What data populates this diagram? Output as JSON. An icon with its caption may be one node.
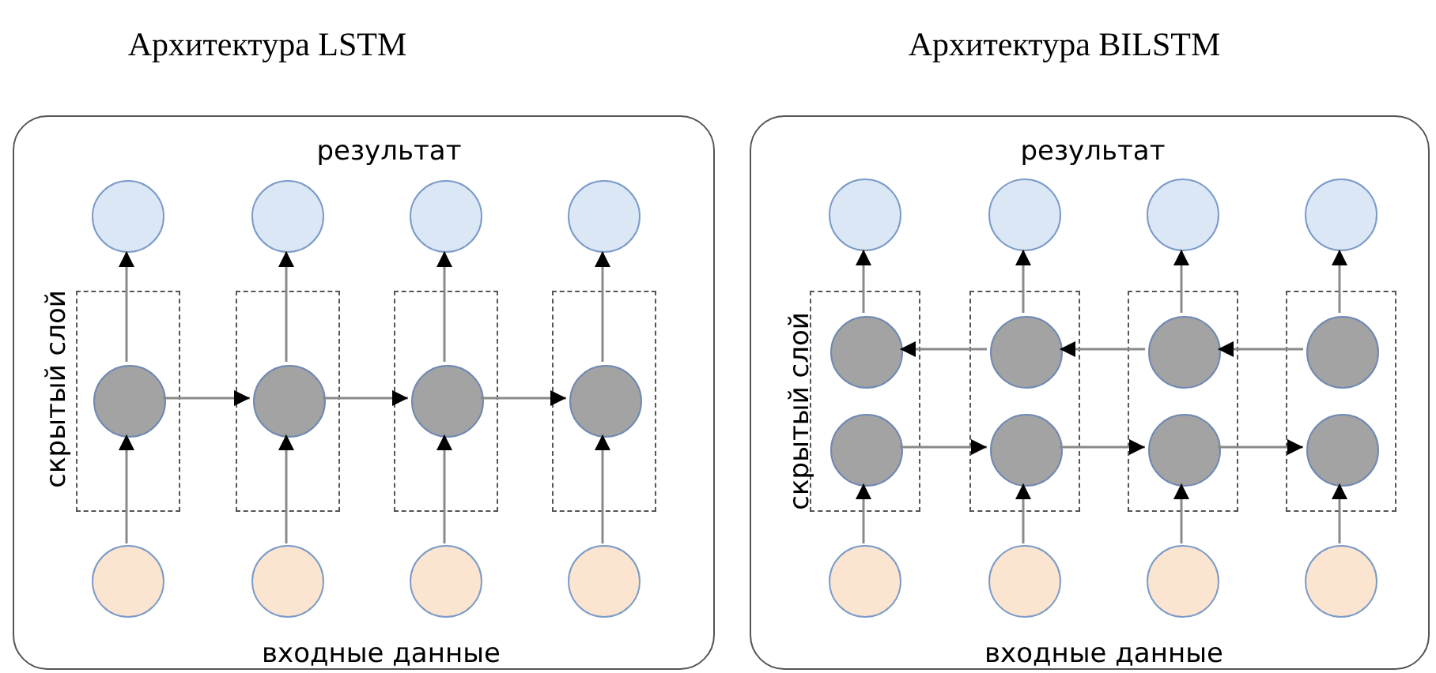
{
  "diagram": {
    "nodes": [
      {
        "text": [
          "Архитектура LSTM",
          "результат",
          "скрытый слой",
          "входные данные"
        ]
      },
      {
        "text": [],
        "shape": "circle",
        "in": 0
      },
      {
        "text": [],
        "shape": "circle",
        "in": 0
      },
      {
        "text": [],
        "shape": "circle",
        "in": 0
      },
      {
        "text": [],
        "shape": "circle",
        "in": 0
      },
      {
        "text": [],
        "shape": "box",
        "in": 0
      },
      {
        "text": [],
        "shape": "box",
        "in": 0
      },
      {
        "text": [],
        "shape": "box",
        "in": 0
      },
      {
        "text": [],
        "shape": "box",
        "in": 0
      },
      {
        "text": [],
        "shape": "circle",
        "in": 5
      },
      {
        "text": [],
        "shape": "circle",
        "in": 6
      },
      {
        "text": [],
        "shape": "circle",
        "in": 7
      },
      {
        "text": [],
        "shape": "circle",
        "in": 8
      },
      {
        "text": [],
        "shape": "circle",
        "in": 0
      },
      {
        "text": [],
        "shape": "circle",
        "in": 0
      },
      {
        "text": [],
        "shape": "circle",
        "in": 0
      },
      {
        "text": [],
        "shape": "circle",
        "in": 0
      },
      {
        "text": [
          "Архитектура BILSTM",
          "результат",
          "скрытый слой",
          "входные данные"
        ]
      },
      {
        "text": [],
        "shape": "circle",
        "in": 17
      },
      {
        "text": [],
        "shape": "circle",
        "in": 17
      },
      {
        "text": [],
        "shape": "circle",
        "in": 17
      },
      {
        "text": [],
        "shape": "circle",
        "in": 17
      },
      {
        "text": [],
        "shape": "box",
        "in": 17
      },
      {
        "text": [],
        "shape": "box",
        "in": 17
      },
      {
        "text": [],
        "shape": "box",
        "in": 17
      },
      {
        "text": [],
        "shape": "box",
        "in": 17
      },
      {
        "text": [],
        "shape": "circle",
        "in": 22
      },
      {
        "text": [],
        "shape": "circle",
        "in": 23
      },
      {
        "text": [],
        "shape": "circle",
        "in": 24
      },
      {
        "text": [],
        "shape": "circle",
        "in": 25
      },
      {
        "text": [],
        "shape": "circle",
        "in": 22
      },
      {
        "text": [],
        "shape": "circle",
        "in": 23
      },
      {
        "text": [],
        "shape": "circle",
        "in": 24
      },
      {
        "text": [],
        "shape": "circle",
        "in": 25
      },
      {
        "text": [],
        "shape": "circle",
        "in": 17
      },
      {
        "text": [],
        "shape": "circle",
        "in": 17
      },
      {
        "text": [],
        "shape": "circle",
        "in": 17
      },
      {
        "text": [],
        "shape": "circle",
        "in": 17
      }
    ],
    "edges": [
      {
        "from": 13,
        "to": 9,
        "arrow": "to"
      },
      {
        "from": 14,
        "to": 10,
        "arrow": "to"
      },
      {
        "from": 15,
        "to": 11,
        "arrow": "to"
      },
      {
        "from": 16,
        "to": 12,
        "arrow": "to"
      },
      {
        "from": 9,
        "to": 1,
        "arrow": "to"
      },
      {
        "from": 10,
        "to": 2,
        "arrow": "to"
      },
      {
        "from": 11,
        "to": 3,
        "arrow": "to"
      },
      {
        "from": 12,
        "to": 4,
        "arrow": "to"
      },
      {
        "from": 9,
        "to": 10,
        "arrow": "to"
      },
      {
        "from": 10,
        "to": 11,
        "arrow": "to"
      },
      {
        "from": 11,
        "to": 12,
        "arrow": "to"
      },
      {
        "from": 34,
        "to": 30,
        "arrow": "to"
      },
      {
        "from": 35,
        "to": 31,
        "arrow": "to"
      },
      {
        "from": 36,
        "to": 32,
        "arrow": "to"
      },
      {
        "from": 37,
        "to": 33,
        "arrow": "to"
      },
      {
        "from": 26,
        "to": 18,
        "arrow": "to"
      },
      {
        "from": 27,
        "to": 19,
        "arrow": "to"
      },
      {
        "from": 28,
        "to": 20,
        "arrow": "to"
      },
      {
        "from": 29,
        "to": 21,
        "arrow": "to"
      },
      {
        "from": 30,
        "to": 31,
        "arrow": "to"
      },
      {
        "from": 31,
        "to": 32,
        "arrow": "to"
      },
      {
        "from": 32,
        "to": 33,
        "arrow": "to"
      },
      {
        "from": 29,
        "to": 28,
        "arrow": "to"
      },
      {
        "from": 28,
        "to": 27,
        "arrow": "to"
      },
      {
        "from": 27,
        "to": 26,
        "arrow": "to"
      }
    ]
  }
}
